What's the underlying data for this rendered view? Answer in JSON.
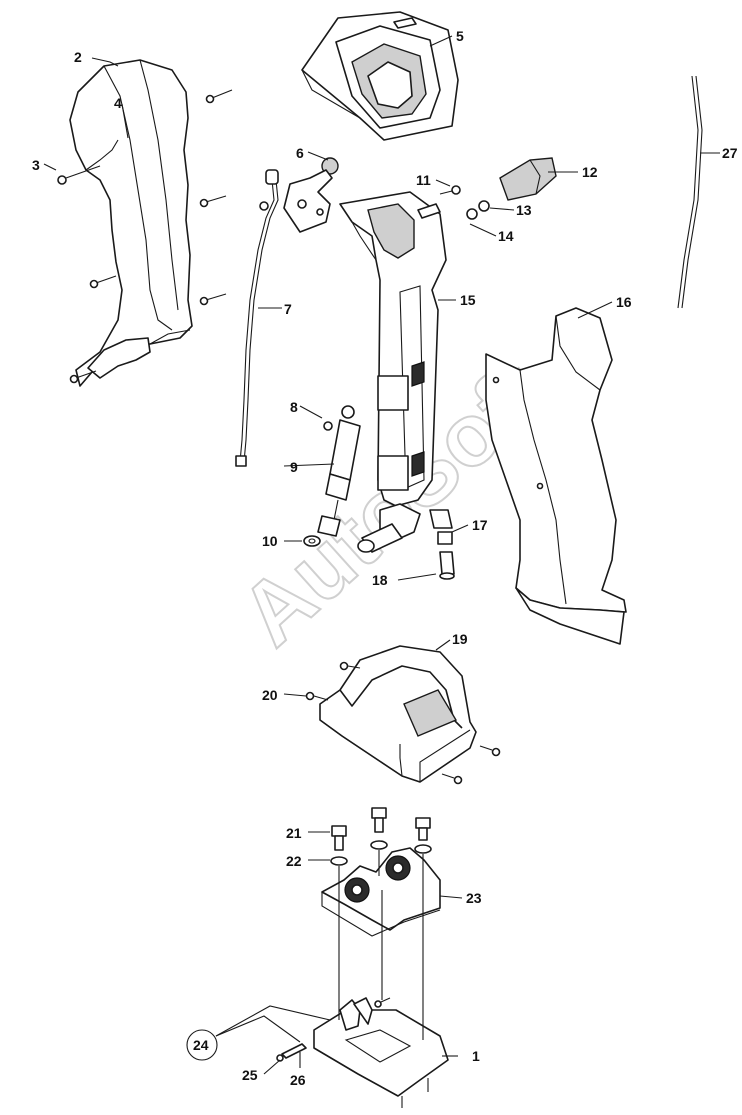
{
  "watermark": "AutoSoft",
  "callouts": [
    {
      "id": "c1",
      "label": "1"
    },
    {
      "id": "c2",
      "label": "2"
    },
    {
      "id": "c3",
      "label": "3"
    },
    {
      "id": "c4",
      "label": "4"
    },
    {
      "id": "c5",
      "label": "5"
    },
    {
      "id": "c6",
      "label": "6"
    },
    {
      "id": "c7",
      "label": "7"
    },
    {
      "id": "c8",
      "label": "8"
    },
    {
      "id": "c9",
      "label": "9"
    },
    {
      "id": "c10",
      "label": "10"
    },
    {
      "id": "c11",
      "label": "11"
    },
    {
      "id": "c12",
      "label": "12"
    },
    {
      "id": "c13",
      "label": "13"
    },
    {
      "id": "c14",
      "label": "14"
    },
    {
      "id": "c15",
      "label": "15"
    },
    {
      "id": "c16",
      "label": "16"
    },
    {
      "id": "c17",
      "label": "17"
    },
    {
      "id": "c18",
      "label": "18"
    },
    {
      "id": "c19",
      "label": "19"
    },
    {
      "id": "c20",
      "label": "20"
    },
    {
      "id": "c21",
      "label": "21"
    },
    {
      "id": "c22",
      "label": "22"
    },
    {
      "id": "c23",
      "label": "23"
    },
    {
      "id": "c24",
      "label": "24"
    },
    {
      "id": "c25",
      "label": "25"
    },
    {
      "id": "c26",
      "label": "26"
    },
    {
      "id": "c27",
      "label": "27"
    }
  ]
}
